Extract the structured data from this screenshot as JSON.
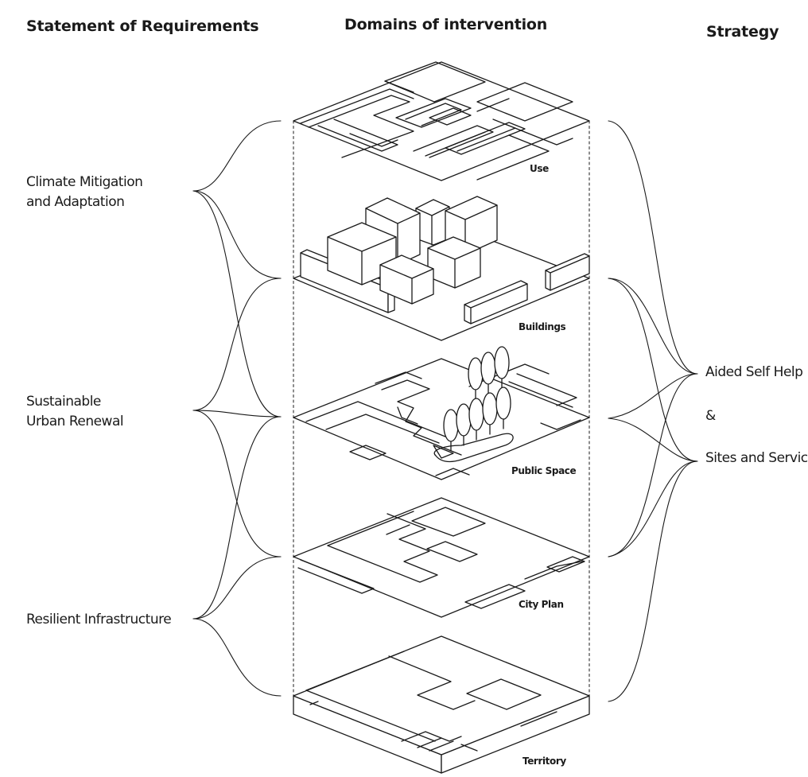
{
  "headers": {
    "requirements": "Statement of Requirements",
    "domains": "Domains of intervention",
    "strategy": "Strategy"
  },
  "requirements": [
    {
      "line1": "Climate Mitigation",
      "line2": "and Adaptation"
    },
    {
      "line1": "Sustainable",
      "line2": "Urban Renewal"
    },
    {
      "line1": "Resilient Infrastructure",
      "line2": ""
    }
  ],
  "layers": [
    "Use",
    "Buildings",
    "Public Space",
    "City Plan",
    "Territory"
  ],
  "strategy": {
    "item1": "Aided Self Help",
    "connector": "&",
    "item2": "Sites and Services"
  }
}
